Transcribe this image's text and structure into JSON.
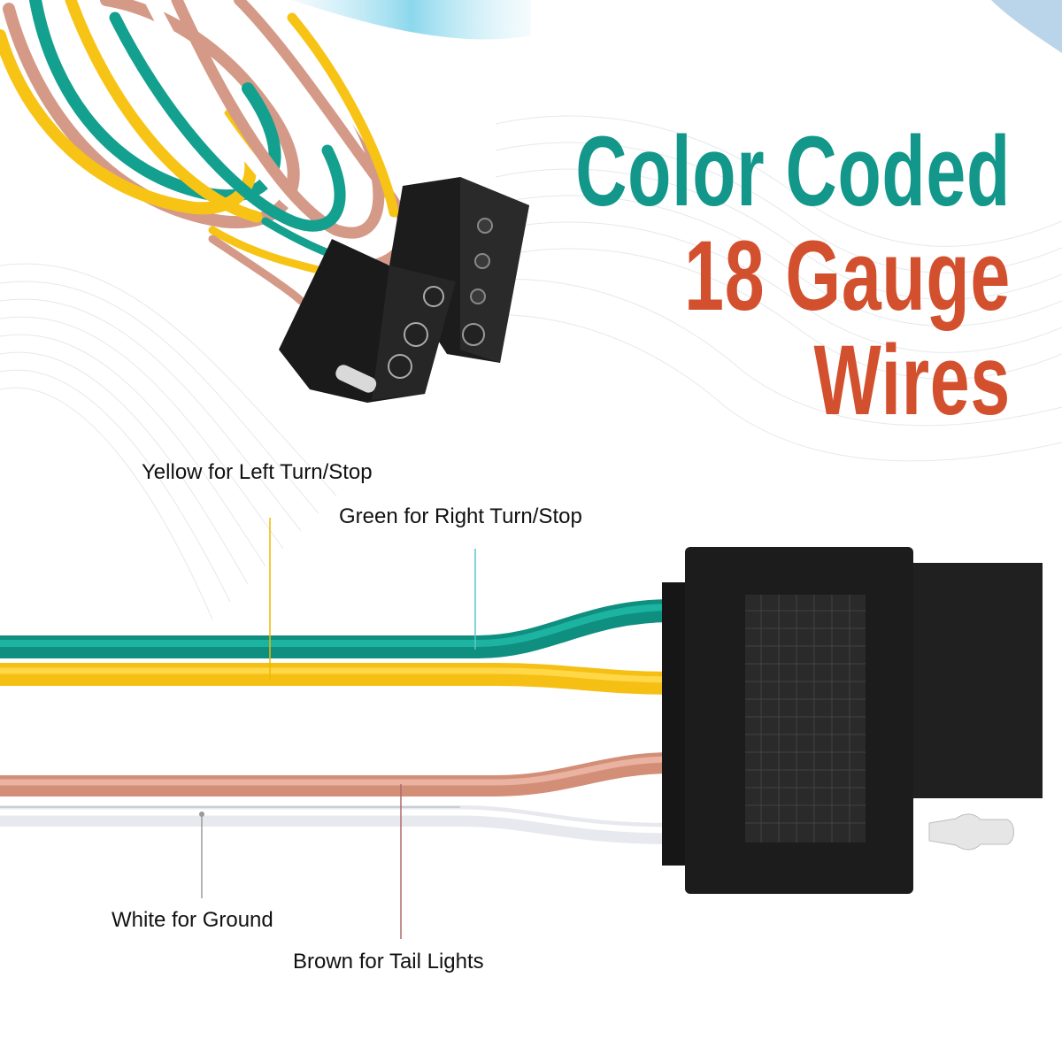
{
  "headline": {
    "line1": "Color Coded",
    "line2": "18 Gauge",
    "line3": "Wires"
  },
  "colors": {
    "headline_teal": "#12978a",
    "headline_red": "#d3502f",
    "wire_green": "#13a08f",
    "wire_yellow": "#f7c415",
    "wire_brown": "#d79a85",
    "wire_white": "#f2f2f4",
    "connector_black": "#1c1c1c"
  },
  "wire_labels": [
    {
      "id": "yellow",
      "text": "Yellow for Left Turn/Stop"
    },
    {
      "id": "green",
      "text": "Green for Right Turn/Stop"
    },
    {
      "id": "white",
      "text": "White for Ground"
    },
    {
      "id": "brown",
      "text": "Brown for Tail Lights"
    }
  ]
}
